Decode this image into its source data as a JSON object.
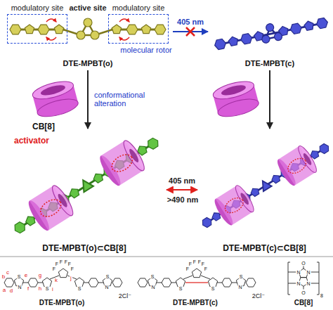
{
  "diagram": {
    "nodes": [
      {
        "text": [
          "DTE-MPBT(o)"
        ]
      },
      {
        "text": [
          "modulatory site"
        ],
        "in": 0
      },
      {
        "text": [
          "modulatory site"
        ],
        "in": 0
      },
      {
        "text": [
          "DTE-MPBT(c)"
        ]
      },
      {
        "text": [
          "DTE-MPBT(o)⊂CB[8]"
        ]
      },
      {
        "text": [
          "DTE-MPBT(c)⊂CB[8]"
        ]
      }
    ],
    "edges": [
      {
        "from": 0,
        "to": 3,
        "arrow": "to",
        "label": "405 nm"
      },
      {
        "from": 0,
        "to": 4,
        "arrow": "to",
        "label": "conformational alteration"
      },
      {
        "from": 3,
        "to": 5,
        "arrow": "to"
      },
      {
        "from": 4,
        "to": 5,
        "arrow": "both",
        "label": "405 nm"
      }
    ],
    "labels": [
      "active site",
      "molecular rotor",
      "CB[8]",
      "activator",
      ">490 nm",
      "DTE-MPBT(o)",
      "DTE-MPBT(c)",
      "CB[8]",
      "2Cl⁻",
      "2Cl⁻",
      "a",
      "b",
      "c",
      "d",
      "e",
      "f",
      "g",
      "h",
      "i",
      "j",
      "k",
      "N",
      "S",
      "S",
      "F",
      "F",
      "F",
      "F",
      "F",
      "F",
      "S",
      "S",
      "N",
      "N",
      "S",
      "S",
      "F",
      "F",
      "F",
      "F",
      "F",
      "F",
      "S",
      "S",
      "N",
      "O",
      "O",
      "N",
      "N",
      "N",
      "N",
      "8"
    ]
  }
}
